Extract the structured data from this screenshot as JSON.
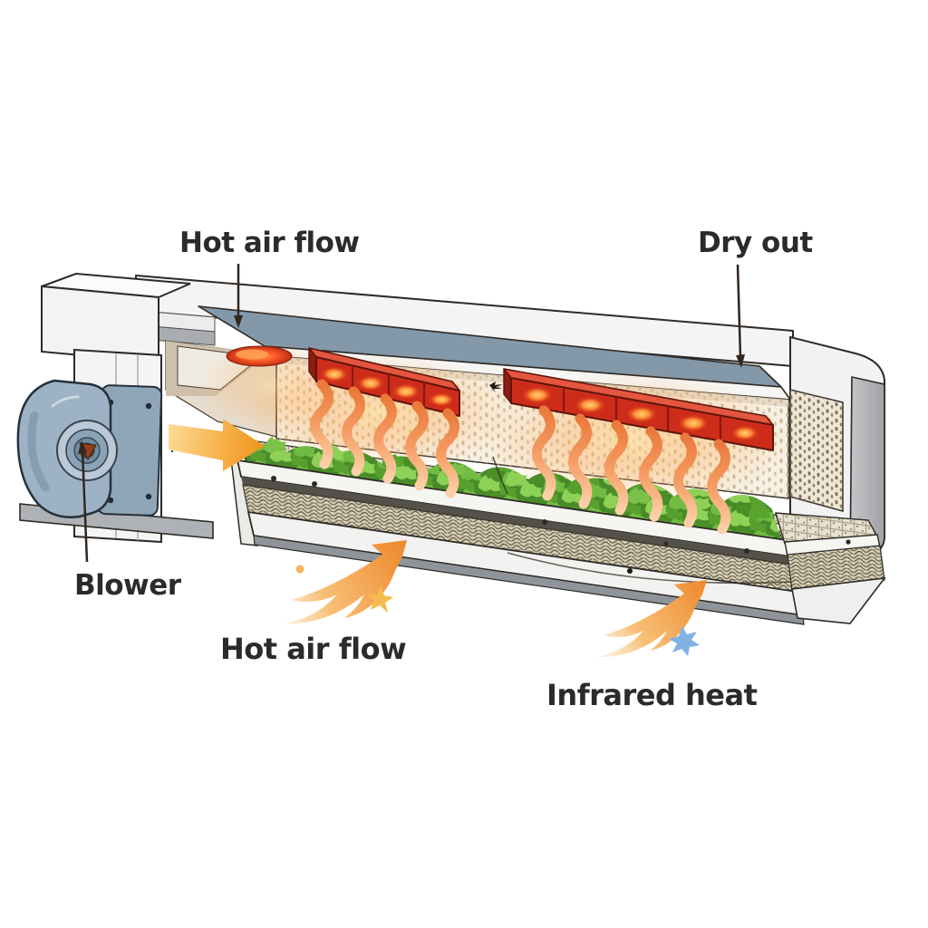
{
  "labels": {
    "hot_air_flow_top": "Hot air flow",
    "dry_out": "Dry out",
    "blower": "Blower",
    "hot_air_flow_bottom": "Hot air flow",
    "infrared_heat": "Infrared heat"
  },
  "icons": {
    "inlet_arrow": "right-arrow-orange",
    "bottom_left_arrow": "flame-arrow-up-right",
    "bottom_right_arrow": "flame-arrow-up-right",
    "leader_arrows": "thin-black-arrow"
  },
  "colors": {
    "background": "#ffffff",
    "label_text": "#2b2b2b",
    "machine_body": "#f3f3f4",
    "top_panel_blue": "#8398a9",
    "heater_red": "#ce2c1b",
    "heater_glow": "#ff8f3a",
    "heat_wave": "#f59c63",
    "herb_green": "#5aa52f",
    "airflow_arrow": "#f0961f",
    "blower_blue_gray": "#9db3c5",
    "splash_blue": "#82b2e4",
    "leader_line": "#33261c"
  }
}
